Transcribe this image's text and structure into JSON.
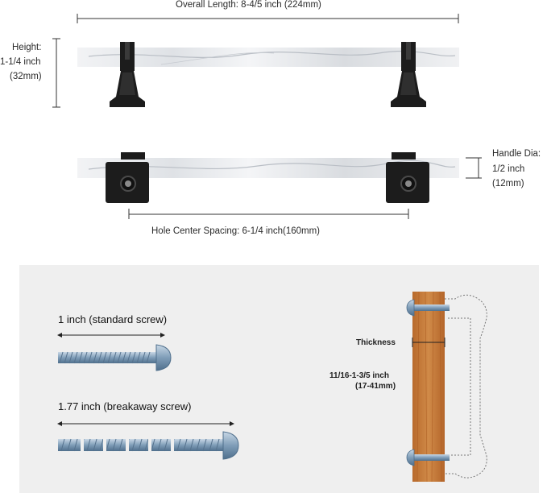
{
  "top_diagram": {
    "overall_length": "Overall Length: 8-4/5 inch (224mm)",
    "height_label": "Height:",
    "height_value_in": "1-1/4 inch",
    "height_value_mm": "(32mm)",
    "handle_dia_label": "Handle Dia:",
    "handle_dia_in": "1/2 inch",
    "handle_dia_mm": "(12mm)",
    "hole_spacing": "Hole Center Spacing: 6-1/4 inch(160mm)"
  },
  "screws": {
    "standard": "1 inch (standard screw)",
    "breakaway": "1.77 inch (breakaway screw)"
  },
  "thickness": {
    "label": "Thickness",
    "range_in": "11/16-1-3/5 inch",
    "range_mm": "(17-41mm)"
  },
  "colors": {
    "marble": "#e9ecef",
    "hardware": "#1c1c1c",
    "wood": "#c97a3a",
    "panel": "#efefef"
  }
}
